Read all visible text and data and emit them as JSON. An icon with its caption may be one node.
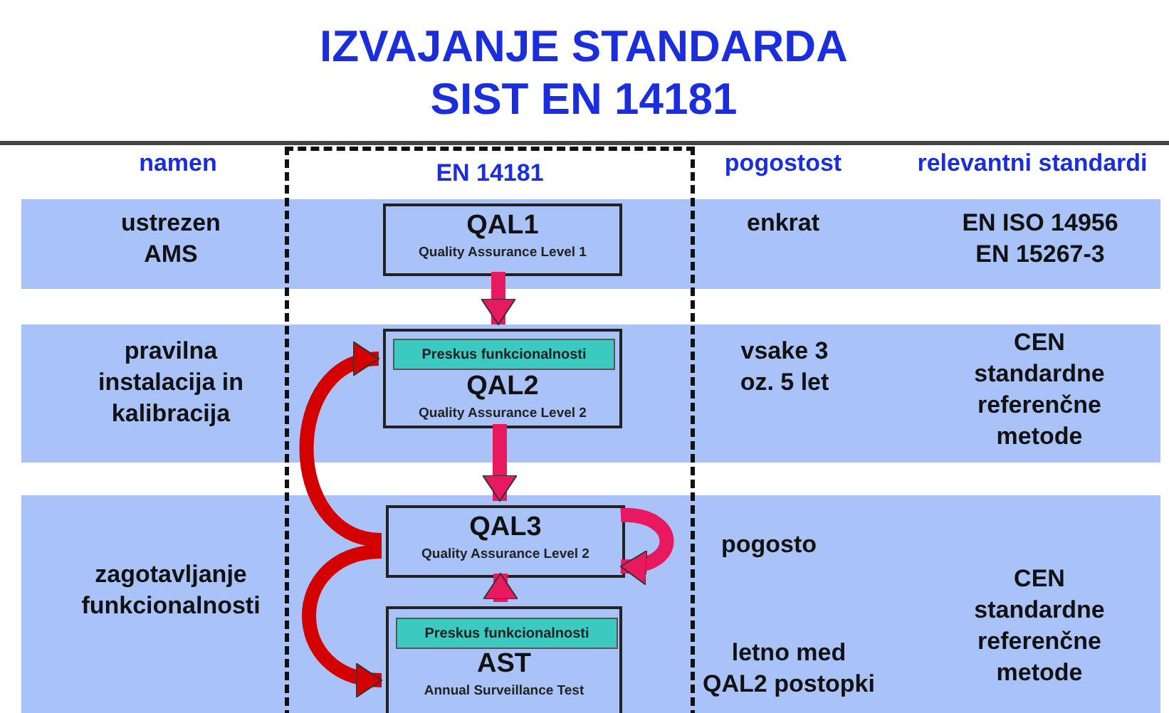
{
  "diagram": {
    "title": "IZVAJANJE STANDARDA SIST EN 14181",
    "nodes": [
      {
        "text": [
          "EN 14181"
        ]
      },
      {
        "text": [
          "QAL1",
          "Quality Assurance Level 1"
        ],
        "in": 0
      },
      {
        "text": [
          "QAL2",
          "Quality Assurance Level 2"
        ],
        "in": 0
      },
      {
        "text": [
          "Preskus funkcionalnosti"
        ],
        "in": 2
      },
      {
        "text": [
          "QAL3",
          "Quality Assurance Level 2"
        ],
        "in": 0
      },
      {
        "text": [
          "AST",
          "Annual Surveillance Test"
        ],
        "in": 0
      },
      {
        "text": [
          "Preskus funkcionalnosti"
        ],
        "in": 5
      }
    ],
    "edges": [
      {
        "from": 1,
        "to": 2,
        "arrow": "to"
      },
      {
        "from": 2,
        "to": 4,
        "arrow": "to"
      },
      {
        "from": 5,
        "to": 4,
        "arrow": "to"
      },
      {
        "from": 4,
        "to": 4,
        "arrow": "to"
      },
      {
        "from": 4,
        "to": 2,
        "arrow": "to",
        "color": "#d40000"
      },
      {
        "from": 4,
        "to": 5,
        "arrow": "to",
        "color": "#d40000"
      }
    ],
    "labels": [
      "namen",
      "pogostost",
      "relevantni standardi",
      "ustrezen AMS",
      "enkrat",
      "EN ISO 14956 EN 15267-3",
      "pravilna instalacija in kalibracija",
      "vsake 3 oz. 5 let",
      "CEN standardne referenčne metode",
      "zagotavljanje funkcionalnosti",
      "pogosto",
      "letno med QAL2 postopki",
      "CEN standardne referenčne metode"
    ]
  }
}
